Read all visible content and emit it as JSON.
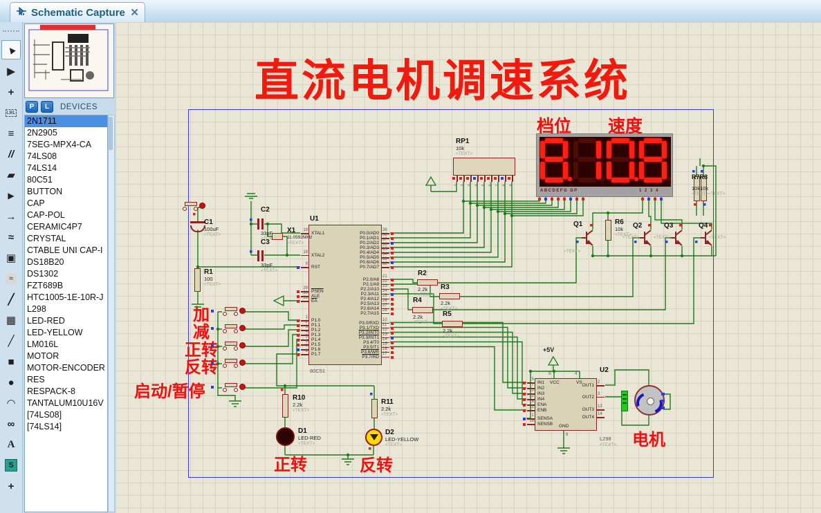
{
  "window": {
    "tab_title": "Schematic Capture",
    "close_glyph": "✕"
  },
  "devices_panel": {
    "pick_button": "P",
    "library_button": "L",
    "title": "DEVICES",
    "selected_index": 0,
    "items": [
      "2N1711",
      "2N2905",
      "7SEG-MPX4-CA",
      "74LS08",
      "74LS14",
      "80C51",
      "BUTTON",
      "CAP",
      "CAP-POL",
      "CERAMIC4P7",
      "CRYSTAL",
      "CTABLE UNI CAP-I",
      "DS18B20",
      "DS1302",
      "FZT689B",
      "HTC1005-1E-10R-J",
      "L298",
      "LED-RED",
      "LED-YELLOW",
      "LM016L",
      "MOTOR",
      "MOTOR-ENCODER",
      "RES",
      "RESPACK-8",
      "TANTALUM10U16V",
      "[74LS08]",
      "[74LS14]"
    ]
  },
  "toolbar": {
    "tools": [
      {
        "name": "selection-pointer",
        "glyph": "▲"
      },
      {
        "name": "component-mode",
        "glyph": "▶"
      },
      {
        "name": "junction-dot",
        "glyph": "+"
      },
      {
        "name": "wire-label",
        "glyph": "LBL"
      },
      {
        "name": "text-script",
        "glyph": "≡"
      },
      {
        "name": "buses",
        "glyph": "//"
      },
      {
        "name": "subcircuit",
        "glyph": "▰"
      },
      {
        "name": "terminals",
        "glyph": "▶"
      },
      {
        "name": "device-pins",
        "glyph": "→"
      },
      {
        "name": "graph-mode",
        "glyph": "≈"
      },
      {
        "name": "active-popup",
        "glyph": "▣"
      },
      {
        "name": "generator-mode",
        "glyph": "≈"
      },
      {
        "name": "voltage-probe",
        "glyph": "╱"
      },
      {
        "name": "virtual-instruments",
        "glyph": "▦"
      },
      {
        "name": "line-2d",
        "glyph": "╱"
      },
      {
        "name": "box-2d",
        "glyph": "■"
      },
      {
        "name": "circle-2d",
        "glyph": "●"
      },
      {
        "name": "arc-2d",
        "glyph": "◠"
      },
      {
        "name": "path-2d",
        "glyph": "∞"
      },
      {
        "name": "text-2d",
        "glyph": "A"
      },
      {
        "name": "symbol-2d",
        "glyph": "S"
      },
      {
        "name": "marker-2d",
        "glyph": "+"
      }
    ]
  },
  "schematic": {
    "main_title": "直流电机调速系统",
    "annotations": {
      "gear": "档位",
      "speed": "速度",
      "inc": "加",
      "dec": "减",
      "fwd": "正转",
      "rev": "反转",
      "startstop": "启动/暂停",
      "fwd_led": "正转",
      "rev_led": "反转",
      "motor": "电机"
    },
    "display": {
      "digits": [
        "8.",
        "1",
        "0.",
        "8"
      ],
      "pin_text_left": "ABCDEFG   DP",
      "pin_text_right": "1 2 3 4",
      "seg_squares": [
        "r",
        "b",
        "r",
        "r",
        "r",
        "b",
        "r",
        "r"
      ],
      "digit_squares": [
        "r",
        "b",
        "r",
        "b"
      ]
    },
    "power_label": "+5V",
    "parts": {
      "c1": {
        "ref": "C1",
        "value": "100uF",
        "text": "<TEXT>"
      },
      "r1": {
        "ref": "R1",
        "value": "100",
        "text": "<TEXT>"
      },
      "c2": {
        "ref": "C2",
        "value": "33pF",
        "text": "<TEXT>"
      },
      "c3": {
        "ref": "C3",
        "value": "33pF",
        "text": "<TEXT>"
      },
      "x1": {
        "ref": "X1",
        "value": "11.0592MHz",
        "text": "<TEXT>"
      },
      "rp1": {
        "ref": "RP1",
        "value": "10k",
        "text": "<TEXT>",
        "pins": [
          "1",
          "2",
          "3",
          "4",
          "5",
          "6",
          "7",
          "8",
          "9"
        ],
        "squares": [
          "r",
          "r",
          "r",
          "b",
          "r",
          "r",
          "r",
          "b",
          "r"
        ]
      },
      "r2": {
        "ref": "R2",
        "value": "2.2k",
        "text": "<TEXT>"
      },
      "r3": {
        "ref": "R3",
        "value": "2.2k",
        "text": "<TEXT>"
      },
      "r4": {
        "ref": "R4",
        "value": "2.2k",
        "text": "<TEXT>"
      },
      "r5": {
        "ref": "R5",
        "value": "2.2k",
        "text": "<TEXT>"
      },
      "r6": {
        "ref": "R6",
        "value": "10k",
        "text": "<TEXT>"
      },
      "r7r8": {
        "ref": "R7R8",
        "value": "10k10k",
        "text": "<TEXT><TEXT>"
      },
      "q1": {
        "ref": "Q1",
        "text": "<TEXT>"
      },
      "q2": {
        "ref": "Q2",
        "text": "<TEXT>"
      },
      "q3": {
        "ref": "Q3",
        "text": "<TEXT>"
      },
      "q4": {
        "ref": "Q4",
        "text": "<TEXT>"
      },
      "r10": {
        "ref": "R10",
        "value": "2.2k",
        "text": "<TEXT>"
      },
      "r11": {
        "ref": "R11",
        "value": "2.2k",
        "text": "<TEXT>"
      },
      "d1": {
        "ref": "D1",
        "value": "LED-RED",
        "text": "<TEXT>"
      },
      "d2": {
        "ref": "D2",
        "value": "LED-YELLOW",
        "text": "<TEXT>"
      },
      "u1": {
        "ref": "U1",
        "part": "80C51",
        "left_pins": [
          {
            "num": "19",
            "name": "XTAL1",
            "row": 0
          },
          {
            "num": "18",
            "name": "XTAL2",
            "row": 4.5
          },
          {
            "num": "9",
            "name": "RST",
            "row": 7,
            "s": "b"
          },
          {
            "num": "29",
            "name": "PSEN",
            "row": 12,
            "s": "r",
            "bar": true
          },
          {
            "num": "30",
            "name": "ALE",
            "row": 13,
            "s": "r"
          },
          {
            "num": "31",
            "name": "EA",
            "row": 14,
            "s": "r",
            "bar": true
          },
          {
            "num": "1",
            "name": "P1.0",
            "row": 18,
            "s": "r"
          },
          {
            "num": "2",
            "name": "P1.1",
            "row": 19,
            "s": "r"
          },
          {
            "num": "3",
            "name": "P1.2",
            "row": 20,
            "s": "r"
          },
          {
            "num": "4",
            "name": "P1.3",
            "row": 21,
            "s": "r"
          },
          {
            "num": "5",
            "name": "P1.4",
            "row": 22,
            "s": "r"
          },
          {
            "num": "6",
            "name": "P1.5",
            "row": 23,
            "s": "r"
          },
          {
            "num": "7",
            "name": "P1.6",
            "row": 24,
            "s": "b"
          },
          {
            "num": "8",
            "name": "P1.7",
            "row": 25,
            "s": "r"
          }
        ],
        "right_pins": [
          {
            "num": "39",
            "name": "P0.0/AD0",
            "row": 0,
            "s": "r"
          },
          {
            "num": "38",
            "name": "P0.1/AD1",
            "row": 1,
            "s": "r"
          },
          {
            "num": "37",
            "name": "P0.2/AD2",
            "row": 2,
            "s": "b"
          },
          {
            "num": "36",
            "name": "P0.3/AD3",
            "row": 3,
            "s": "r"
          },
          {
            "num": "35",
            "name": "P0.4/AD4",
            "row": 4,
            "s": "r"
          },
          {
            "num": "34",
            "name": "P0.5/AD5",
            "row": 5,
            "s": "r"
          },
          {
            "num": "33",
            "name": "P0.6/AD6",
            "row": 6,
            "s": "b"
          },
          {
            "num": "32",
            "name": "P0.7/AD7",
            "row": 7,
            "s": "r"
          },
          {
            "num": "21",
            "name": "P2.0/A8",
            "row": 9.5,
            "s": "r"
          },
          {
            "num": "22",
            "name": "P2.1/A9",
            "row": 10.5,
            "s": "r"
          },
          {
            "num": "23",
            "name": "P2.2/A10",
            "row": 11.5,
            "s": "r"
          },
          {
            "num": "24",
            "name": "P2.3/A11",
            "row": 12.5,
            "s": "b"
          },
          {
            "num": "25",
            "name": "P2.4/A12",
            "row": 13.5,
            "s": "r"
          },
          {
            "num": "26",
            "name": "P2.5/A13",
            "row": 14.5,
            "s": "r"
          },
          {
            "num": "27",
            "name": "P2.6/A14",
            "row": 15.5,
            "s": "r"
          },
          {
            "num": "28",
            "name": "P2.7/A15",
            "row": 16.5,
            "s": "r"
          },
          {
            "num": "10",
            "name": "P3.0/RXD",
            "row": 18.5,
            "s": "r"
          },
          {
            "num": "11",
            "name": "P3.1/TXD",
            "row": 19.5,
            "s": "r"
          },
          {
            "num": "12",
            "name": "P3.2/INT0",
            "row": 20.5,
            "s": "r",
            "bar": true
          },
          {
            "num": "13",
            "name": "P3.3/INT1",
            "row": 21.5,
            "s": "b",
            "bar": true
          },
          {
            "num": "14",
            "name": "P3.4/T0",
            "row": 22.5,
            "s": "r"
          },
          {
            "num": "15",
            "name": "P3.5/T1",
            "row": 23.5,
            "s": "r"
          },
          {
            "num": "16",
            "name": "P3.6/WR",
            "row": 24.5,
            "s": "r",
            "bar": true
          },
          {
            "num": "17",
            "name": "P3.7/RD",
            "row": 25.5,
            "s": "r",
            "bar": true
          }
        ]
      },
      "u2": {
        "ref": "U2",
        "part": "L298",
        "text": "<TEXT>",
        "left_pins": [
          {
            "num": "5",
            "name": "IN1",
            "row": 0,
            "s": "r"
          },
          {
            "num": "7",
            "name": "IN2",
            "row": 1,
            "s": "r"
          },
          {
            "num": "10",
            "name": "IN3",
            "row": 2,
            "s": "r"
          },
          {
            "num": "12",
            "name": "IN4",
            "row": 3,
            "s": "r"
          },
          {
            "num": "6",
            "name": "ENA",
            "row": 4,
            "s": "r"
          },
          {
            "num": "11",
            "name": "ENB",
            "row": 5,
            "s": "r"
          },
          {
            "num": "1",
            "name": "SENSA",
            "row": 6.5,
            "s": "b"
          },
          {
            "num": "15",
            "name": "SENSB",
            "row": 7.5,
            "s": "r"
          }
        ],
        "right_pins": [
          {
            "num": "2",
            "name": "OUT1",
            "row": 0.5
          },
          {
            "num": "3",
            "name": "OUT2",
            "row": 2.6
          },
          {
            "num": "13",
            "name": "OUT3",
            "row": 4.9
          },
          {
            "num": "14",
            "name": "OUT4",
            "row": 6.3
          }
        ],
        "top_pins": [
          {
            "num": "9",
            "name": "VCC"
          },
          {
            "num": "4",
            "name": "VS"
          }
        ],
        "bottom_pins": [
          {
            "num": "8",
            "name": "GND"
          }
        ]
      }
    }
  }
}
